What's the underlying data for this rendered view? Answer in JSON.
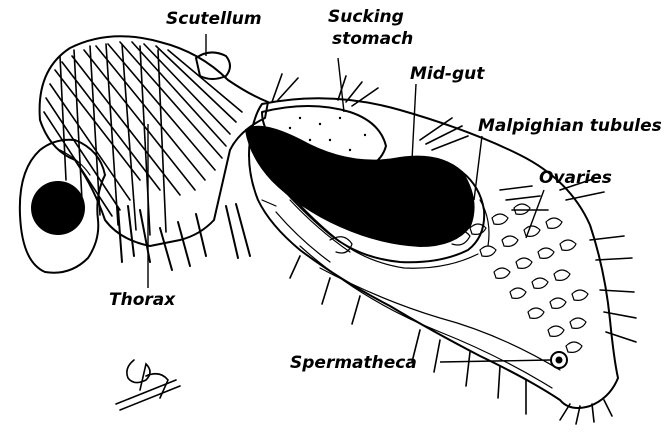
{
  "labels": {
    "scutellum": "Scutellum",
    "sucking_stomach_line1": "Sucking",
    "sucking_stomach_line2": "stomach",
    "mid_gut": "Mid-gut",
    "malpighian_tubules": "Malpighian tubules",
    "ovaries": "Ovaries",
    "thorax": "Thorax",
    "spermatheca": "Spermatheca"
  }
}
